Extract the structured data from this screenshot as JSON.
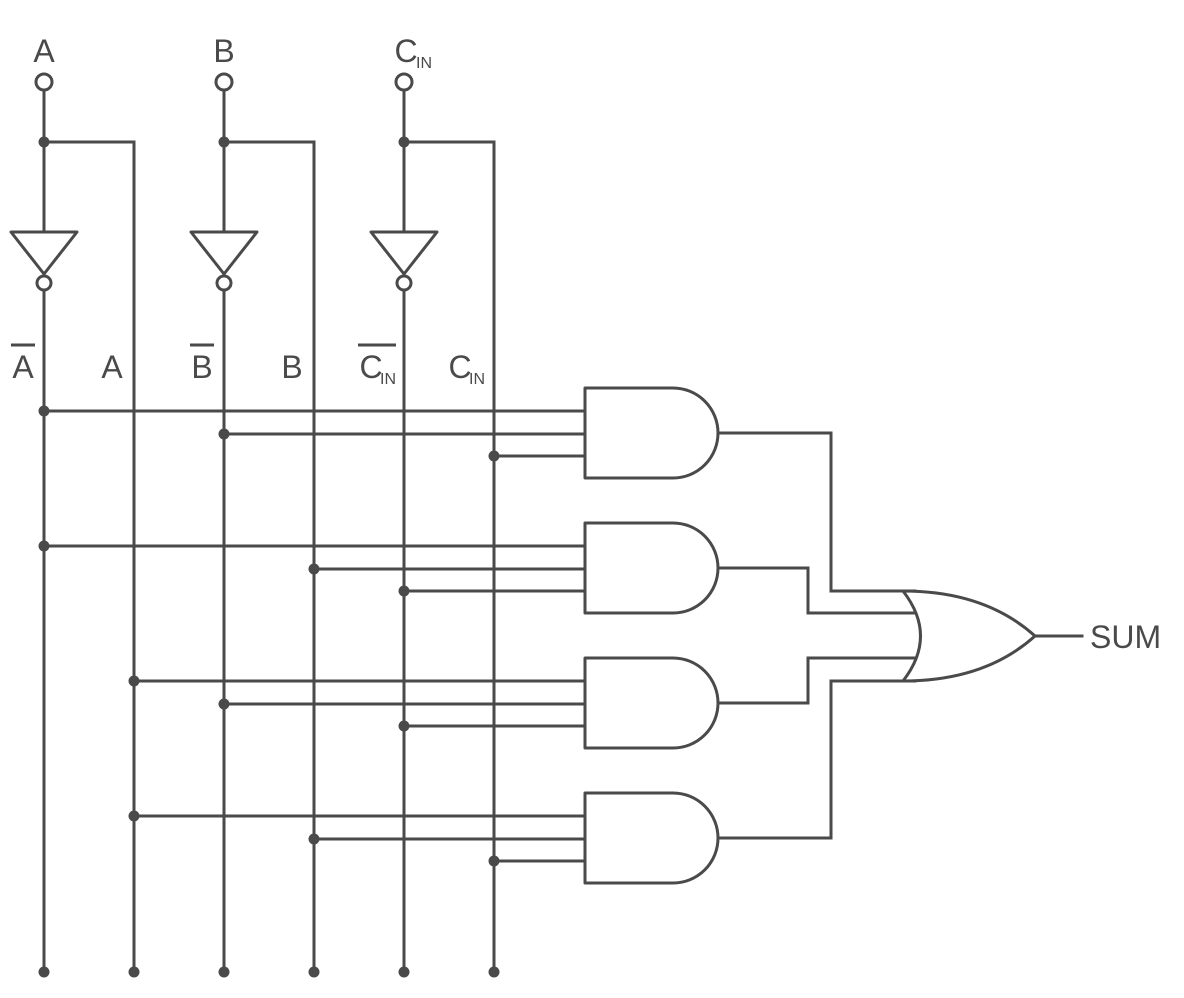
{
  "inputs": [
    {
      "main": "A",
      "sub": ""
    },
    {
      "main": "B",
      "sub": ""
    },
    {
      "main": "C",
      "sub": "IN"
    }
  ],
  "rails": [
    {
      "main": "A",
      "sub": "",
      "inverted": true
    },
    {
      "main": "A",
      "sub": "",
      "inverted": false
    },
    {
      "main": "B",
      "sub": "",
      "inverted": true
    },
    {
      "main": "B",
      "sub": "",
      "inverted": false
    },
    {
      "main": "C",
      "sub": "IN",
      "inverted": true
    },
    {
      "main": "C",
      "sub": "IN",
      "inverted": false
    }
  ],
  "output": {
    "label": "SUM"
  },
  "colors": {
    "stroke": "#4a4a4a",
    "background": "#ffffff"
  }
}
